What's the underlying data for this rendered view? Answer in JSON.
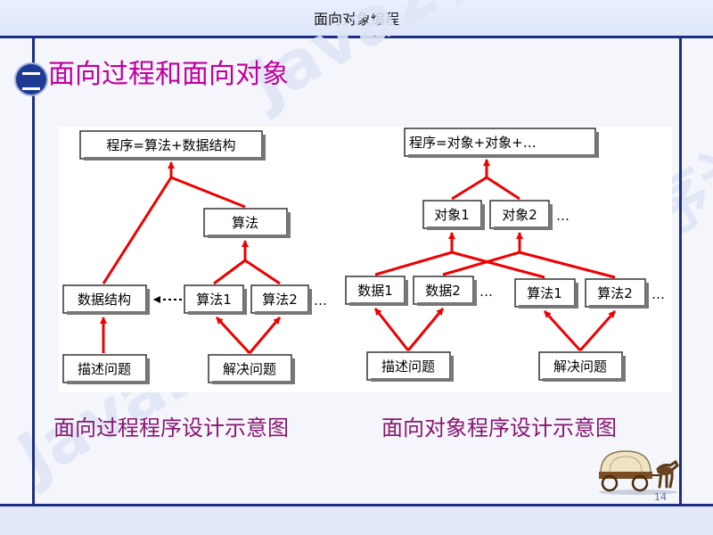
{
  "header": {
    "title": "面向对象编程"
  },
  "slide": {
    "title": "面向过程和面向对象"
  },
  "left_diagram": {
    "formula": "程序=算法+数据结构",
    "algorithm": "算法",
    "data_structure": "数据结构",
    "algo1": "算法1",
    "algo2": "算法2",
    "ellipsis": "…",
    "describe": "描述问题",
    "solve": "解决问题"
  },
  "right_diagram": {
    "formula": "程序=对象+对象+…",
    "object1": "对象1",
    "object2": "对象2",
    "ellipsis": "…",
    "data1": "数据1",
    "data2": "数据2",
    "algo1": "算法1",
    "algo2": "算法2",
    "describe": "描述问题",
    "solve": "解决问题"
  },
  "captions": {
    "left": "面向过程程序设计示意图",
    "right": "面向对象程序设计示意图"
  },
  "page_number": "14",
  "colors": {
    "arrow": "#ee0000",
    "title": "#c0009e",
    "caption": "#8a1572",
    "frame": "#1d2e86"
  },
  "decor": {
    "watermark": "Java2程序设计",
    "logo": "school-logo",
    "wagon": "covered-wagon-icon"
  }
}
